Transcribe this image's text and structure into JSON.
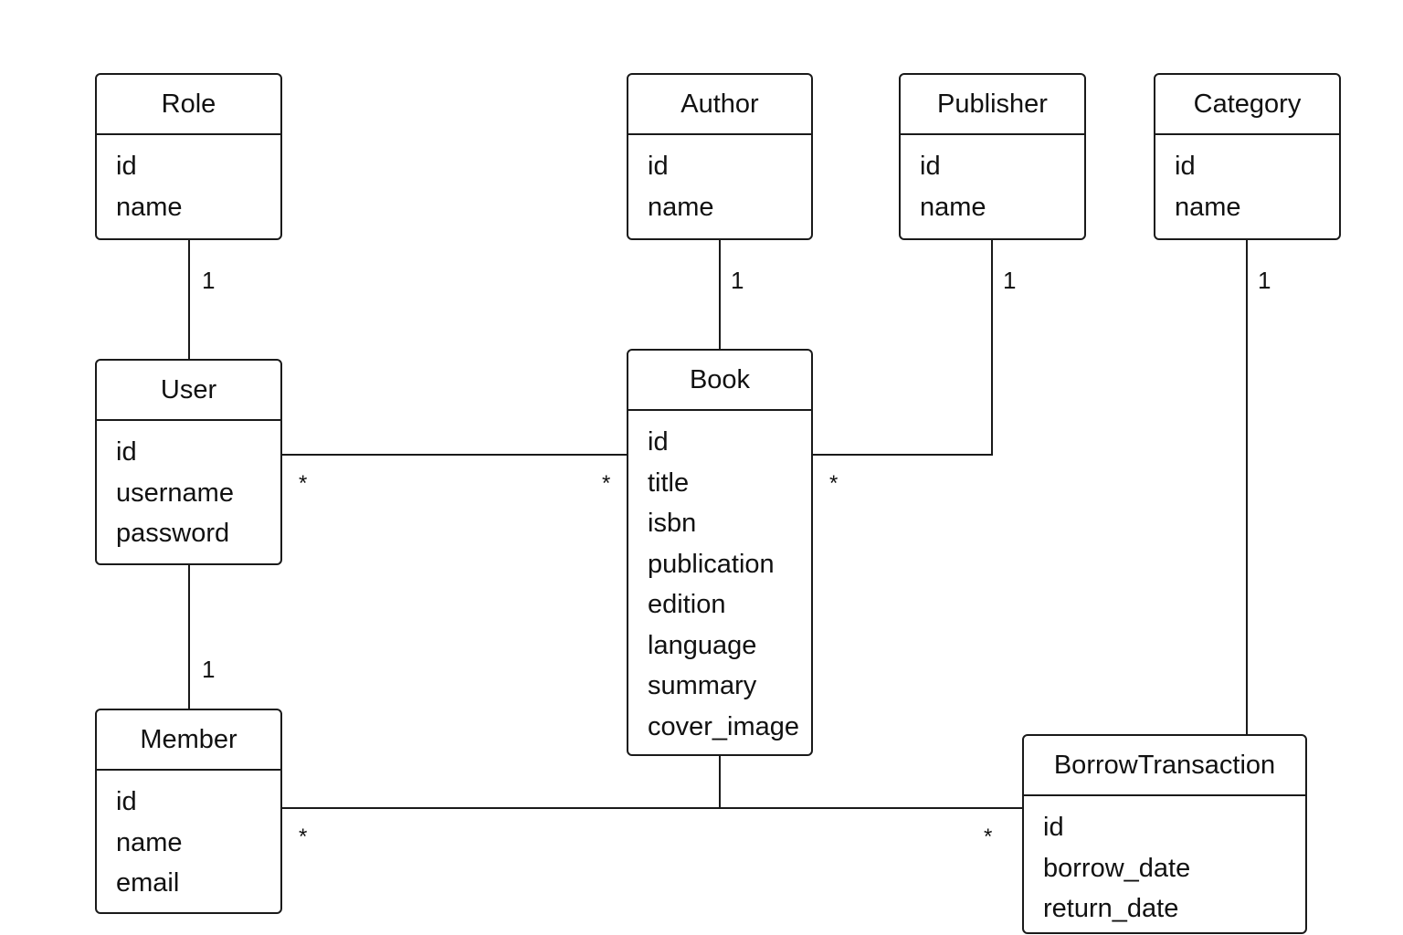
{
  "entities": {
    "role": {
      "name": "Role",
      "attributes": [
        "id",
        "name"
      ]
    },
    "author": {
      "name": "Author",
      "attributes": [
        "id",
        "name"
      ]
    },
    "publisher": {
      "name": "Publisher",
      "attributes": [
        "id",
        "name"
      ]
    },
    "category": {
      "name": "Category",
      "attributes": [
        "id",
        "name"
      ]
    },
    "user": {
      "name": "User",
      "attributes": [
        "id",
        "username",
        "password"
      ]
    },
    "book": {
      "name": "Book",
      "attributes": [
        "id",
        "title",
        "isbn",
        "publication",
        "edition",
        "language",
        "summary",
        "cover_image"
      ]
    },
    "member": {
      "name": "Member",
      "attributes": [
        "id",
        "name",
        "email"
      ]
    },
    "borrow_transaction": {
      "name": "BorrowTransaction",
      "attributes": [
        "id",
        "borrow_date",
        "return_date"
      ]
    }
  },
  "relationships": [
    {
      "from": "Role",
      "to": "User",
      "from_multiplicity": "1"
    },
    {
      "from": "Author",
      "to": "Book",
      "from_multiplicity": "1"
    },
    {
      "from": "Publisher",
      "to": "Book",
      "from_multiplicity": "1",
      "to_multiplicity": "*"
    },
    {
      "from": "Category",
      "to": "BorrowTransaction",
      "from_multiplicity": "1"
    },
    {
      "from": "User",
      "to": "Book",
      "from_multiplicity": "*",
      "to_multiplicity": "*"
    },
    {
      "from": "User",
      "to": "Member",
      "to_multiplicity": "1"
    },
    {
      "from": "Member",
      "to": "BorrowTransaction",
      "from_multiplicity": "*",
      "to_multiplicity": "*"
    },
    {
      "from": "Book",
      "to": "BorrowTransaction"
    }
  ]
}
